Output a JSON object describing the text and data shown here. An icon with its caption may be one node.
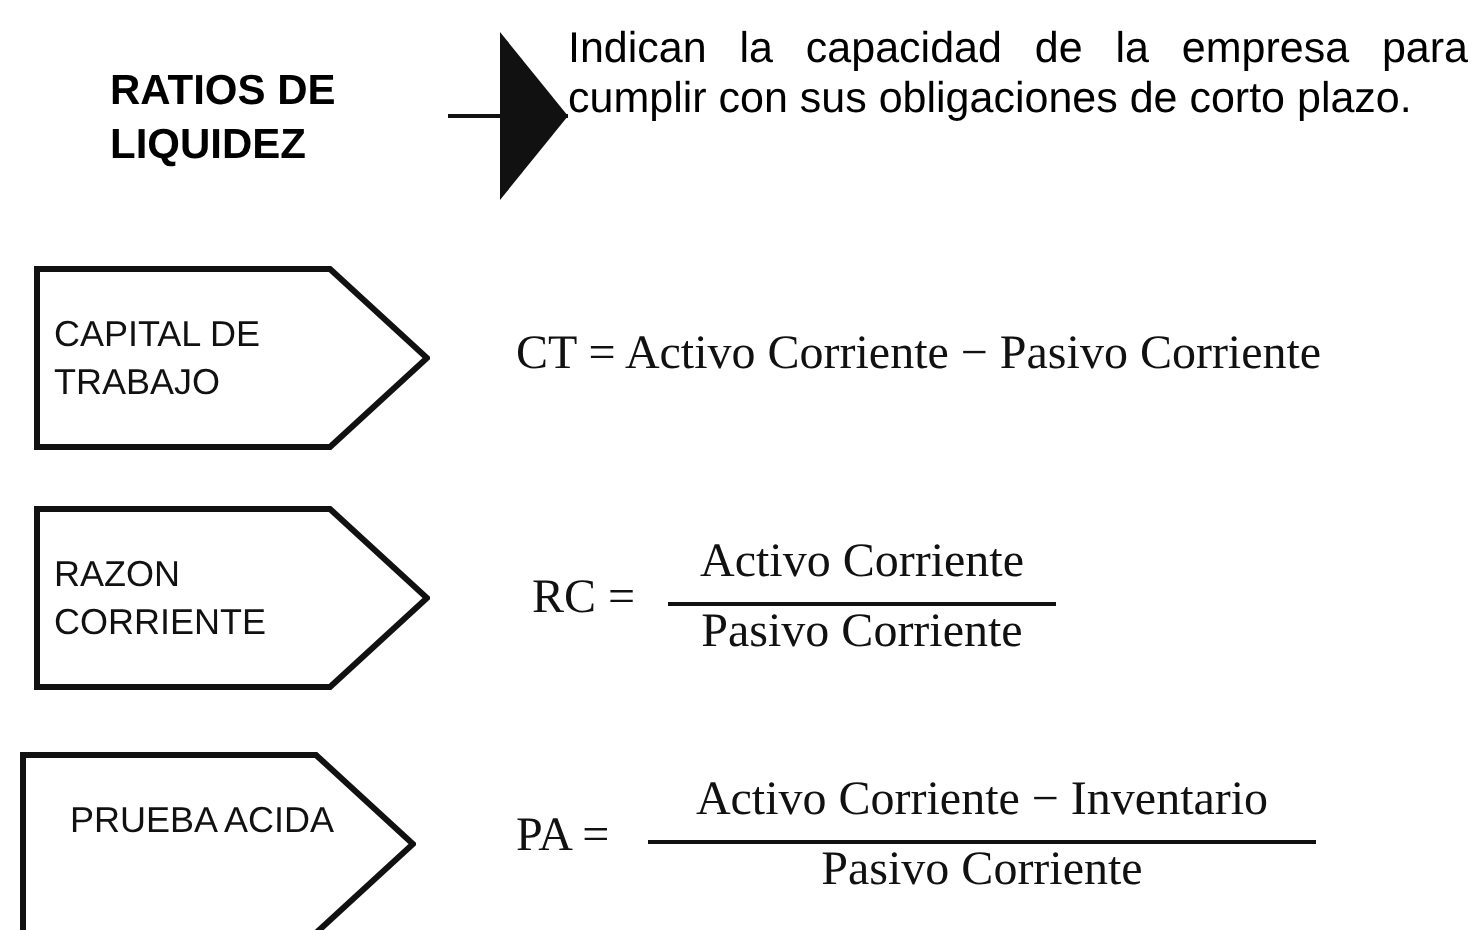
{
  "diagram": {
    "nodes": [
      {
        "text": [
          "RATIOS DE LIQUIDEZ"
        ]
      },
      {
        "text": [
          "Indican la capacidad de la empresa para cumplir con sus obligaciones de corto plazo."
        ]
      },
      {
        "text": [
          "CAPITAL DE TRABAJO"
        ]
      },
      {
        "text": [
          "RAZON CORRIENTE"
        ]
      },
      {
        "text": [
          "PRUEBA ACIDA"
        ]
      }
    ],
    "edges": [
      {
        "from": 0,
        "to": 1,
        "arrow": "to"
      }
    ],
    "labels": [
      "CT = Activo Corriente − Pasivo Corriente",
      "RC =",
      "Activo Corriente",
      "Pasivo Corriente",
      "PA =",
      "Activo Corriente − Inventario",
      "Pasivo Corriente"
    ]
  }
}
